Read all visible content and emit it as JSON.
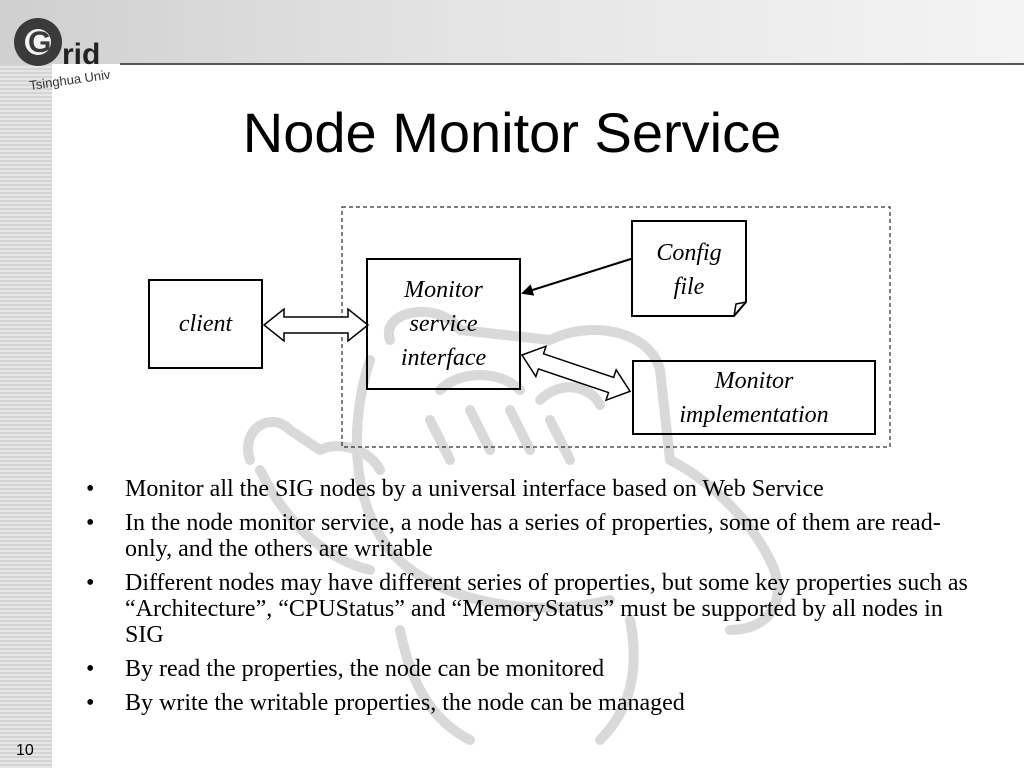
{
  "slide": {
    "title": "Node Monitor Service",
    "page_number": "10"
  },
  "logo": {
    "mark": "G",
    "letters": "rid",
    "subtext": "Tsinghua Univ"
  },
  "diagram": {
    "client": "client",
    "monitor_service_interface": [
      "Monitor",
      "service",
      "interface"
    ],
    "config_file": [
      "Config",
      "file"
    ],
    "monitor_implementation": [
      "Monitor",
      "implementation"
    ]
  },
  "bullets": [
    "Monitor all the SIG nodes by a universal interface based on Web Service",
    "In the node monitor service, a node has a series of properties, some of them are read-only, and the others are writable",
    "Different nodes may have different series of properties, but some key properties such as “Architecture”, “CPUStatus” and “MemoryStatus” must be supported by all nodes in SIG",
    "By read the properties, the node can be monitored",
    "By write the writable properties, the node can be managed"
  ],
  "colors": {
    "sidebar": "#dcdcdc",
    "watermark": "#d6d6d6",
    "text": "#000000"
  }
}
